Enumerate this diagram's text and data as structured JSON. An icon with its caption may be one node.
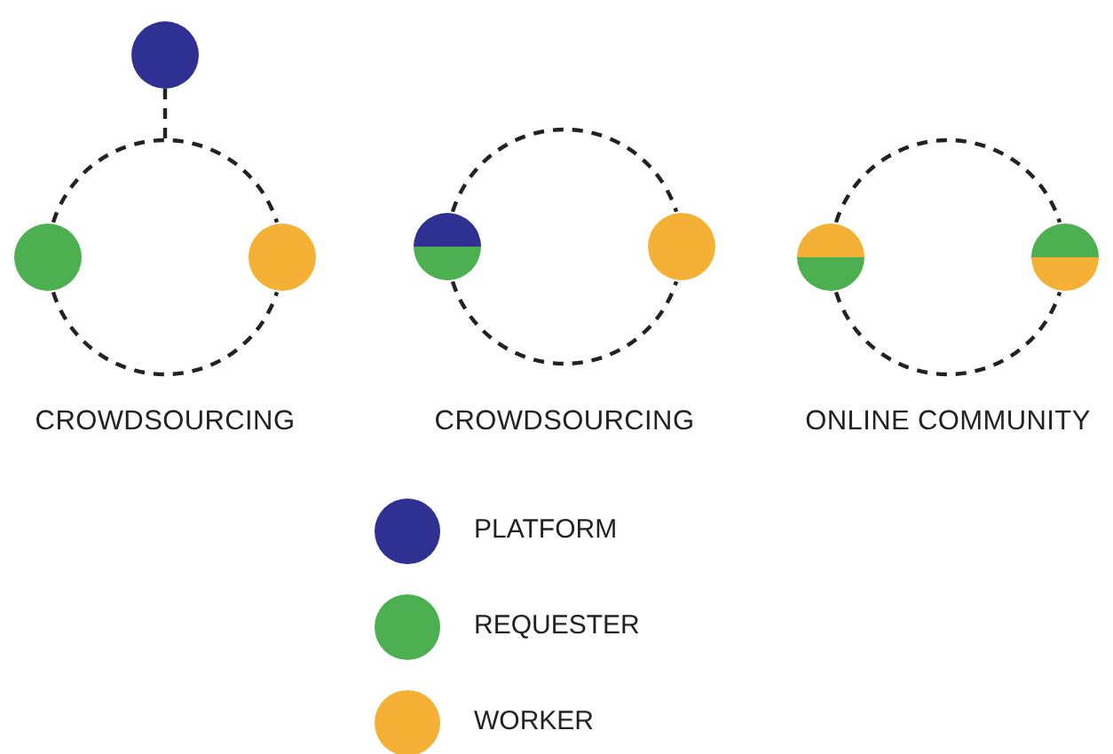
{
  "diagram": {
    "nodes": [
      {
        "text": [],
        "shape": "circle"
      },
      {
        "text": [],
        "shape": "circle"
      },
      {
        "text": [],
        "shape": "circle"
      },
      {
        "text": [],
        "shape": "circle"
      },
      {
        "text": [],
        "shape": "circle"
      },
      {
        "text": [],
        "shape": "circle"
      },
      {
        "text": [],
        "shape": "circle"
      }
    ],
    "edges": [
      {
        "from": 0,
        "to": null,
        "arrow": "none",
        "style": "dashed"
      },
      {
        "from": 1,
        "to": 2,
        "arrow": "none",
        "style": "dashed"
      },
      {
        "from": 1,
        "to": 2,
        "arrow": "none",
        "style": "dashed"
      },
      {
        "from": 3,
        "to": 4,
        "arrow": "none",
        "style": "dashed"
      },
      {
        "from": 3,
        "to": 4,
        "arrow": "none",
        "style": "dashed"
      },
      {
        "from": 5,
        "to": 6,
        "arrow": "none",
        "style": "dashed"
      },
      {
        "from": 5,
        "to": 6,
        "arrow": "none",
        "style": "dashed"
      }
    ],
    "labels": [
      "CROWDSOURCING",
      "CROWDSOURCING",
      "ONLINE COMMUNITY"
    ],
    "legend": [
      {
        "text": "PLATFORM",
        "color": "#2e3192"
      },
      {
        "text": "REQUESTER",
        "color": "#4caf50"
      },
      {
        "text": "WORKER",
        "color": "#f4b136"
      }
    ]
  }
}
